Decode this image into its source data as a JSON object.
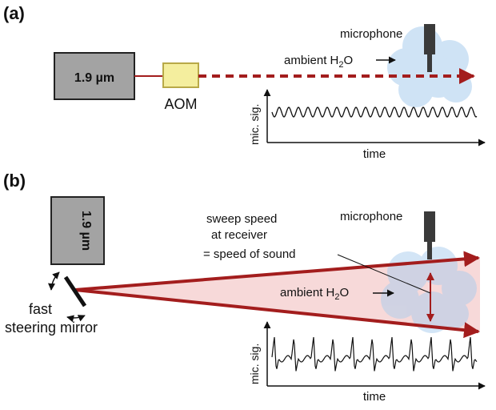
{
  "panel_a": {
    "label": "(a)",
    "laser_label": "1.9 µm",
    "modulator_label": "AOM",
    "microphone_label": "microphone",
    "ambient_label": "ambient H",
    "ambient_sub": "2",
    "ambient_tail": "O",
    "y_axis_label": "mic. sig.",
    "x_axis_label": "time"
  },
  "panel_b": {
    "label": "(b)",
    "laser_label": "1.9 µm",
    "mirror_label_line1": "fast",
    "mirror_label_line2": "steering mirror",
    "microphone_label": "microphone",
    "annotation_line1": "sweep speed",
    "annotation_line2": "at receiver",
    "annotation_line3": "= speed of sound",
    "ambient_label": "ambient H",
    "ambient_sub": "2",
    "ambient_tail": "O",
    "y_axis_label": "mic. sig.",
    "x_axis_label": "time"
  },
  "colors": {
    "beam": "#a31d1d",
    "laser_box": "#a3a3a3",
    "aom_fill": "#f4ee9e",
    "aom_stroke": "#b8a948",
    "cloud": "#a9cdee",
    "beam_fan": "#f4c9c9"
  }
}
